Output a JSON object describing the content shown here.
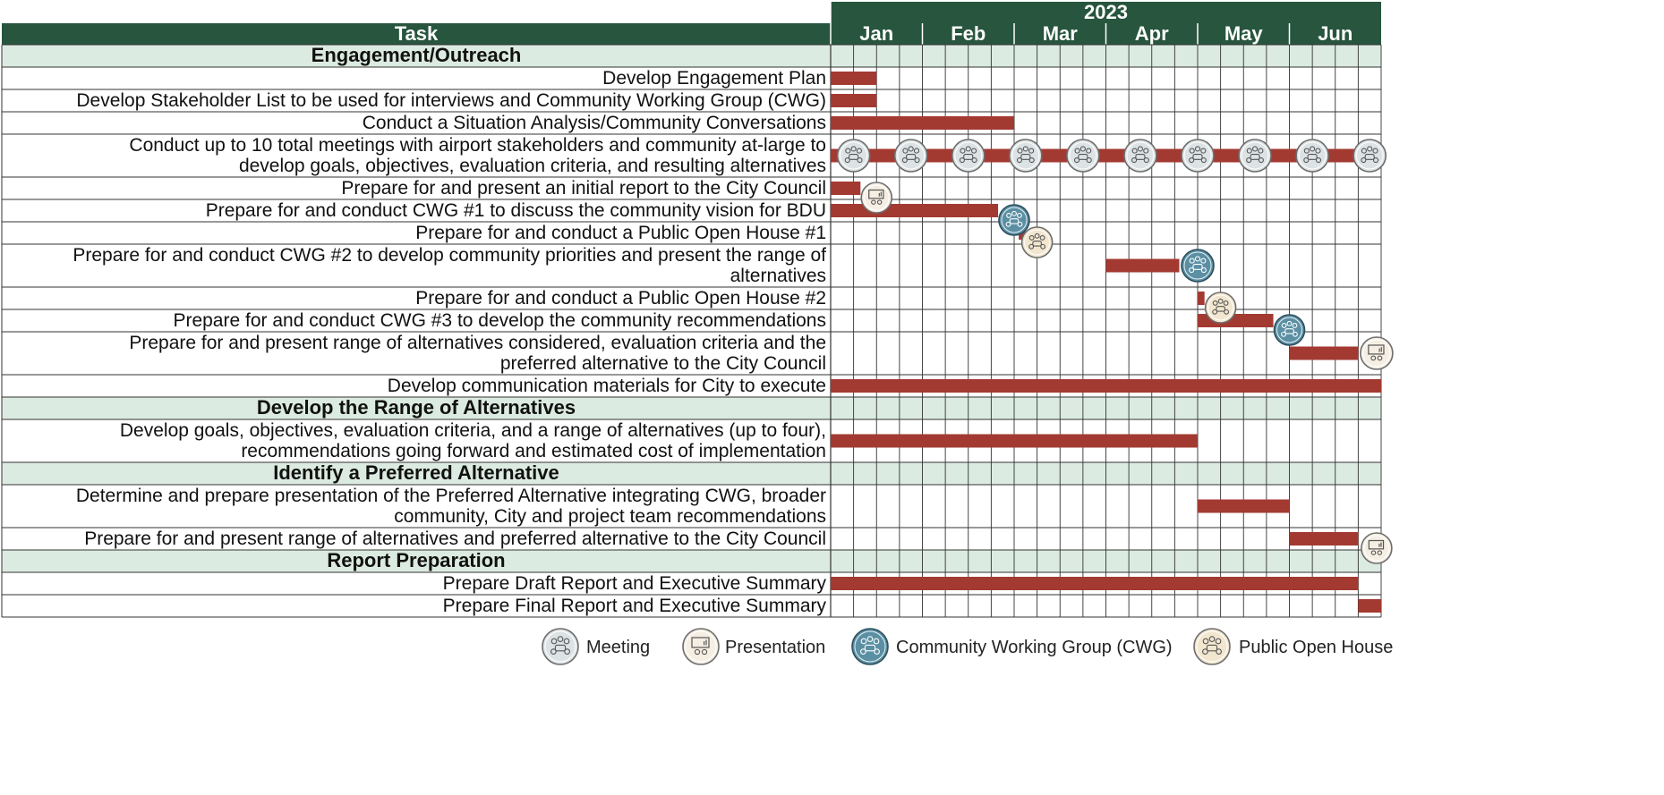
{
  "chart_data": {
    "type": "table",
    "header": {
      "task_label": "Task",
      "year": "2023",
      "months": [
        "Jan",
        "Feb",
        "Mar",
        "Apr",
        "May",
        "Jun"
      ],
      "weeks_per_month": 4
    },
    "colors": {
      "header_green": "#27553d",
      "section_band": "#dcebe1",
      "bar": "#a33a32",
      "meeting": "#dde3e5",
      "presentation": "#f5eee3",
      "cwg": "#5b8fa3",
      "open_house": "#f2e6cf"
    },
    "rows": [
      {
        "kind": "section",
        "lines": [
          "Engagement/Outreach"
        ]
      },
      {
        "kind": "task",
        "lines": [
          "Develop Engagement Plan"
        ],
        "bars": [
          [
            0,
            2
          ]
        ],
        "markers": []
      },
      {
        "kind": "task",
        "lines": [
          "Develop Stakeholder List to be used for interviews and Community Working Group (CWG)"
        ],
        "bars": [
          [
            0,
            2
          ]
        ],
        "markers": []
      },
      {
        "kind": "task",
        "lines": [
          "Conduct a Situation Analysis/Community Conversations"
        ],
        "bars": [
          [
            0,
            8
          ]
        ],
        "markers": []
      },
      {
        "kind": "task",
        "lines": [
          "Conduct up to 10 total meetings with airport stakeholders and community at-large to",
          "develop goals, objectives, evaluation criteria, and resulting alternatives"
        ],
        "bars": [
          [
            0,
            23
          ]
        ],
        "markers": [
          {
            "type": "meeting",
            "week": 1
          },
          {
            "type": "meeting",
            "week": 3.5
          },
          {
            "type": "meeting",
            "week": 6
          },
          {
            "type": "meeting",
            "week": 8.5
          },
          {
            "type": "meeting",
            "week": 11
          },
          {
            "type": "meeting",
            "week": 13.5
          },
          {
            "type": "meeting",
            "week": 16
          },
          {
            "type": "meeting",
            "week": 18.5
          },
          {
            "type": "meeting",
            "week": 21
          },
          {
            "type": "meeting",
            "week": 23.5
          }
        ]
      },
      {
        "kind": "task",
        "lines": [
          "Prepare for and present an initial report to the City Council"
        ],
        "bars": [
          [
            0,
            1.3
          ]
        ],
        "markers": [
          {
            "type": "presentation",
            "week": 2
          }
        ]
      },
      {
        "kind": "task",
        "lines": [
          "Prepare for and conduct CWG #1 to discuss the community vision for BDU"
        ],
        "bars": [
          [
            0,
            7.3
          ]
        ],
        "markers": [
          {
            "type": "cwg",
            "week": 8
          }
        ]
      },
      {
        "kind": "task",
        "lines": [
          "Prepare for and conduct a Public Open House #1"
        ],
        "bars": [
          [
            8.2,
            8.5
          ]
        ],
        "markers": [
          {
            "type": "open_house",
            "week": 9
          }
        ]
      },
      {
        "kind": "task",
        "lines": [
          "Prepare for and conduct CWG #2 to develop community priorities and present the range of",
          "alternatives"
        ],
        "bars": [
          [
            12,
            15.2
          ]
        ],
        "markers": [
          {
            "type": "cwg",
            "week": 16
          }
        ]
      },
      {
        "kind": "task",
        "lines": [
          "Prepare for and conduct a Public Open House #2"
        ],
        "bars": [
          [
            16,
            16.3
          ]
        ],
        "markers": [
          {
            "type": "open_house",
            "week": 17
          }
        ]
      },
      {
        "kind": "task",
        "lines": [
          "Prepare for and conduct CWG #3 to develop the community recommendations"
        ],
        "bars": [
          [
            16,
            19.3
          ]
        ],
        "markers": [
          {
            "type": "cwg",
            "week": 20
          }
        ]
      },
      {
        "kind": "task",
        "lines": [
          "Prepare for and present range of alternatives considered, evaluation criteria and the",
          "preferred alternative to the City Council"
        ],
        "bars": [
          [
            20,
            23
          ]
        ],
        "markers": [
          {
            "type": "presentation",
            "week": 23.8
          }
        ]
      },
      {
        "kind": "task",
        "lines": [
          "Develop communication materials for City to execute"
        ],
        "bars": [
          [
            0,
            24
          ]
        ],
        "markers": []
      },
      {
        "kind": "section",
        "lines": [
          "Develop the Range of Alternatives"
        ]
      },
      {
        "kind": "task",
        "lines": [
          "Develop goals, objectives, evaluation criteria, and a range of alternatives (up to four),",
          "recommendations going forward and estimated cost of implementation"
        ],
        "bars": [
          [
            0,
            16
          ]
        ],
        "markers": []
      },
      {
        "kind": "section",
        "lines": [
          "Identify a Preferred Alternative"
        ]
      },
      {
        "kind": "task",
        "lines": [
          "Determine and prepare presentation of the Preferred Alternative integrating CWG, broader",
          "community, City and project team recommendations"
        ],
        "bars": [
          [
            16,
            20
          ]
        ],
        "markers": []
      },
      {
        "kind": "task",
        "lines": [
          "Prepare for and present range of alternatives and preferred alternative to the City Council"
        ],
        "bars": [
          [
            20,
            23
          ]
        ],
        "markers": [
          {
            "type": "presentation",
            "week": 23.8
          }
        ]
      },
      {
        "kind": "section",
        "lines": [
          "Report Preparation"
        ]
      },
      {
        "kind": "task",
        "lines": [
          "Prepare Draft Report and Executive Summary"
        ],
        "bars": [
          [
            0,
            23
          ]
        ],
        "markers": []
      },
      {
        "kind": "task",
        "lines": [
          "Prepare Final Report and Executive Summary"
        ],
        "bars": [
          [
            23,
            24
          ]
        ],
        "markers": []
      }
    ],
    "legend": [
      {
        "type": "meeting",
        "label": "Meeting"
      },
      {
        "type": "presentation",
        "label": "Presentation"
      },
      {
        "type": "cwg",
        "label": "Community Working Group (CWG)"
      },
      {
        "type": "open_house",
        "label": "Public Open House"
      }
    ]
  }
}
